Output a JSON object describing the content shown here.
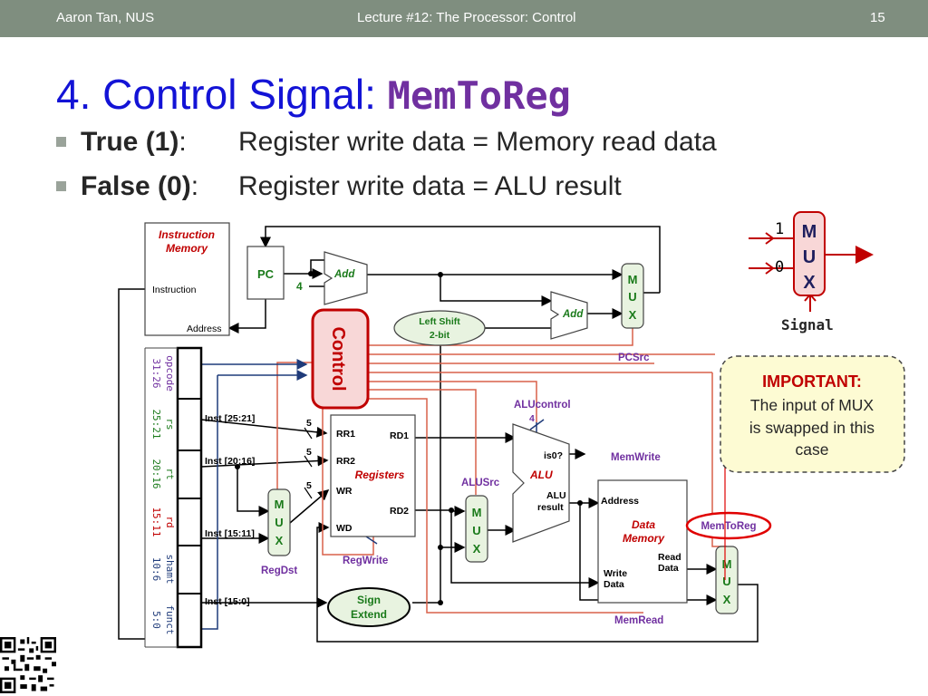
{
  "header": {
    "author": "Aaron Tan, NUS",
    "lecture": "Lecture #12: The Processor: Control",
    "page": "15"
  },
  "slide": {
    "title_prefix": "4. Control Signal: ",
    "title_code": "MemToReg",
    "bullets": [
      {
        "label": "True (1)",
        "sep": ":",
        "desc": "Register write data = Memory read data"
      },
      {
        "label": "False (0)",
        "sep": ":",
        "desc": "Register write data = ALU result"
      }
    ]
  },
  "diagram": {
    "imem": {
      "title1": "Instruction",
      "title2": "Memory",
      "instruction": "Instruction",
      "address": "Address"
    },
    "pc": "PC",
    "add": "Add",
    "const4": "4",
    "shift1": "Left Shift",
    "shift2": "2-bit",
    "control": "Control",
    "mux": [
      "M",
      "U",
      "X"
    ],
    "pcsrc": "PCSrc",
    "fields": [
      {
        "name": "opcode",
        "bits": "31:26"
      },
      {
        "name": "rs",
        "bits": "25:21"
      },
      {
        "name": "rt",
        "bits": "20:16"
      },
      {
        "name": "rd",
        "bits": "15:11"
      },
      {
        "name": "shamt",
        "bits": "10:6"
      },
      {
        "name": "funct",
        "bits": "5:0"
      }
    ],
    "inst_labels": [
      "Inst [25:21]",
      "Inst [20:16]",
      "Inst [15:11]",
      "Inst [15:0]"
    ],
    "five": "5",
    "regs": {
      "rr1": "RR1",
      "rr2": "RR2",
      "wr": "WR",
      "wd": "WD",
      "rd1": "RD1",
      "rd2": "RD2",
      "name": "Registers"
    },
    "regdst": "RegDst",
    "regwrite": "RegWrite",
    "sign1": "Sign",
    "sign2": "Extend",
    "alusrc": "ALUSrc",
    "alucontrol": "ALUcontrol",
    "aluctl_bits": "4",
    "alu": {
      "is0": "is0?",
      "name": "ALU",
      "result1": "ALU",
      "result2": "result"
    },
    "memwrite": "MemWrite",
    "memread": "MemRead",
    "dmem": {
      "address": "Address",
      "title1": "Data",
      "title2": "Memory",
      "read1": "Read",
      "read2": "Data",
      "write1": "Write",
      "write2": "Data"
    },
    "memtoreg": "MemToReg"
  },
  "legend_mux": {
    "in1": "1",
    "in0": "0",
    "letters": [
      "M",
      "U",
      "X"
    ],
    "signal": "Signal"
  },
  "callout": {
    "heading": "IMPORTANT:",
    "line1": "The input of MUX",
    "line2": "is swapped in this",
    "line3": "case"
  },
  "colors": {
    "header_bg": "#7f8e7f",
    "title": "#1313d6",
    "code": "#7030a0",
    "control": "#c00000",
    "mux_green": "#1a7a1a",
    "callout_bg": "#fdfbd3",
    "highlight": "#e00000"
  }
}
